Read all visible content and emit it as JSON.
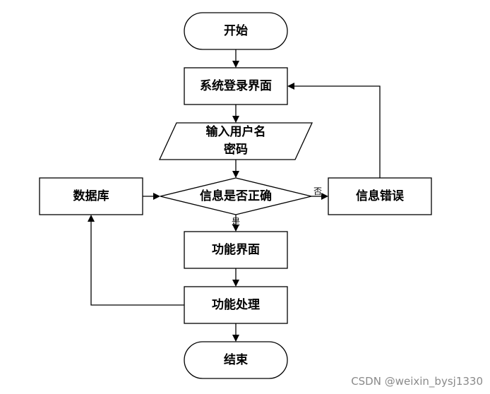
{
  "nodes": {
    "start": "开始",
    "login": "系统登录界面",
    "input_line1": "输入用户名",
    "input_line2": "密码",
    "decision": "信息是否正确",
    "error": "信息错误",
    "database": "数据库",
    "function_ui": "功能界面",
    "function_process": "功能处理",
    "end": "结束"
  },
  "edges": {
    "yes": "是",
    "no": "否"
  },
  "watermark": "CSDN @weixin_bysj1330"
}
